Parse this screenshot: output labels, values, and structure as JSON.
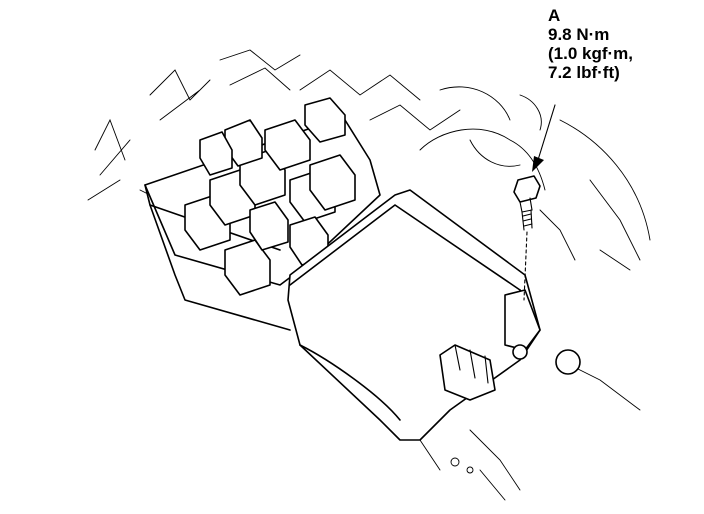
{
  "callout": {
    "letter": "A",
    "torque_nm": "9.8 N·m",
    "torque_kgf": "(1.0 kgf·m,",
    "torque_lbf": "7.2 lbf·ft)"
  },
  "icons": {
    "bolt": "bolt-icon"
  }
}
